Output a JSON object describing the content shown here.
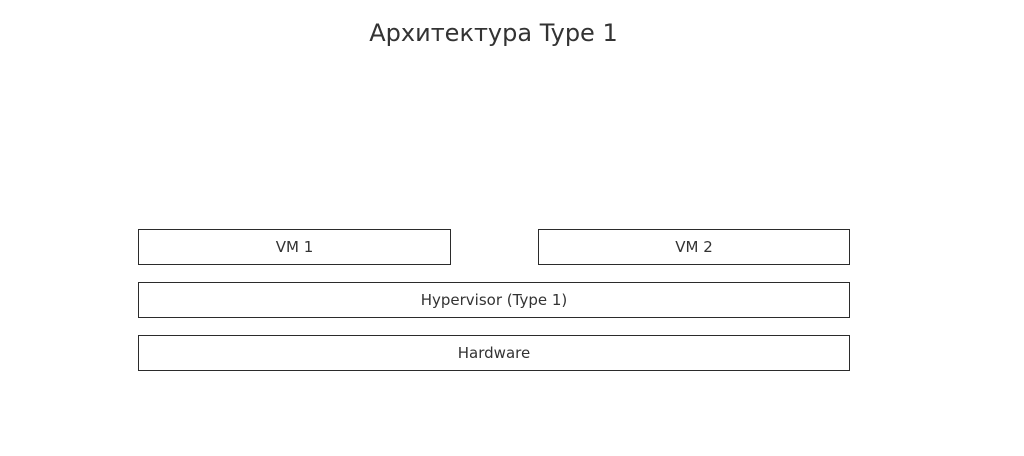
{
  "diagram": {
    "title": "Архитектура Type 1",
    "layers": {
      "vms": [
        {
          "label": "VM 1"
        },
        {
          "label": "VM 2"
        }
      ],
      "hypervisor": {
        "label": "Hypervisor (Type 1)"
      },
      "hardware": {
        "label": "Hardware"
      }
    },
    "colors": {
      "border": "#2b2b2b",
      "text": "#333333",
      "background": "#ffffff"
    }
  }
}
